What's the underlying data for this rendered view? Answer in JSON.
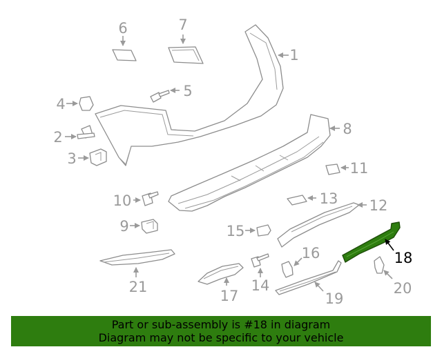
{
  "diagram": {
    "highlighted_part": "18",
    "highlight_color": "#2e7d0f",
    "callouts": {
      "p1": "1",
      "p2": "2",
      "p3": "3",
      "p4": "4",
      "p5": "5",
      "p6": "6",
      "p7": "7",
      "p8": "8",
      "p9": "9",
      "p10": "10",
      "p11": "11",
      "p12": "12",
      "p13": "13",
      "p14": "14",
      "p15": "15",
      "p16": "16",
      "p17": "17",
      "p18": "18",
      "p19": "19",
      "p20": "20",
      "p21": "21"
    }
  },
  "banner": {
    "line1": "Part or sub-assembly is #18 in diagram",
    "line2": "Diagram may not be specific to your vehicle",
    "color": "#2e7d0f"
  }
}
